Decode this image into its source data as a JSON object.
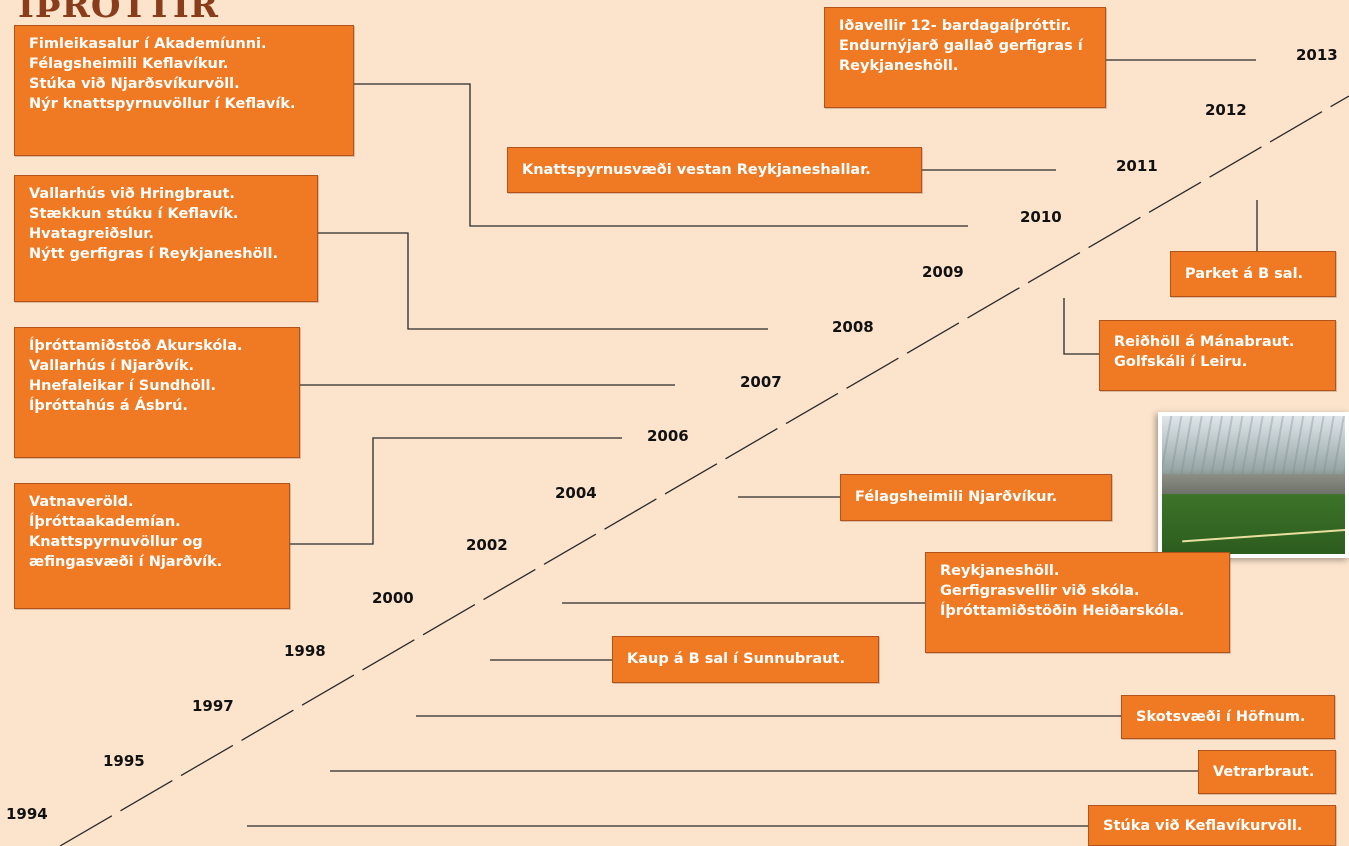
{
  "title": "ÍÞRÓTTIR",
  "years": [
    "1994",
    "1995",
    "1997",
    "1998",
    "2000",
    "2002",
    "2004",
    "2006",
    "2007",
    "2008",
    "2009",
    "2010",
    "2011",
    "2012",
    "2013"
  ],
  "events": [
    {
      "lines": [
        "Fimleikasalur í Akademíunni.",
        "Félagsheimili Keflavíkur.",
        "Stúka við Njarðsvíkurvöll.",
        "Nýr knattspyrnuvöllur í Keflavík."
      ]
    },
    {
      "lines": [
        "Vallarhús við Hringbraut.",
        "Stækkun stúku í Keflavík.",
        "Hvatagreiðslur.",
        "Nýtt gerfigras í Reykjaneshöll."
      ]
    },
    {
      "lines": [
        "Íþróttamiðstöð Akurskóla.",
        "Vallarhús í Njarðvík.",
        "Hnefaleikar í Sundhöll.",
        "Íþróttahús á Ásbrú."
      ]
    },
    {
      "lines": [
        "Vatnaveröld.",
        "Íþróttaakademían.",
        "Knattspyrnuvöllur og",
        "æfingasvæði í Njarðvík."
      ]
    },
    {
      "lines": [
        "Iðavellir 12- bardagaíþróttir.",
        "Endurnýjarð gallað gerfigras í",
        "Reykjaneshöll."
      ]
    },
    {
      "lines": [
        "Knattspyrnusvæði vestan Reykjaneshallar."
      ]
    },
    {
      "lines": [
        "Parket á B sal."
      ]
    },
    {
      "lines": [
        "Reiðhöll á Mánabraut.",
        "Golfskáli í Leiru."
      ]
    },
    {
      "lines": [
        "Félagsheimili Njarðvíkur."
      ]
    },
    {
      "lines": [
        "Reykjaneshöll.",
        "Gerfigrasvellir við skóla.",
        "Íþróttamiðstöðin Heiðarskóla."
      ]
    },
    {
      "lines": [
        "Kaup á B sal í Sunnubraut."
      ]
    },
    {
      "lines": [
        "Skotsvæði í Höfnum."
      ]
    },
    {
      "lines": [
        "Vetrarbraut."
      ]
    },
    {
      "lines": [
        "Stúka við Keflavíkurvöll."
      ]
    }
  ],
  "colors": {
    "background": "#fbe3cc",
    "box": "#f07a23",
    "box_border": "#b2531b",
    "line": "#2a2a2a"
  }
}
